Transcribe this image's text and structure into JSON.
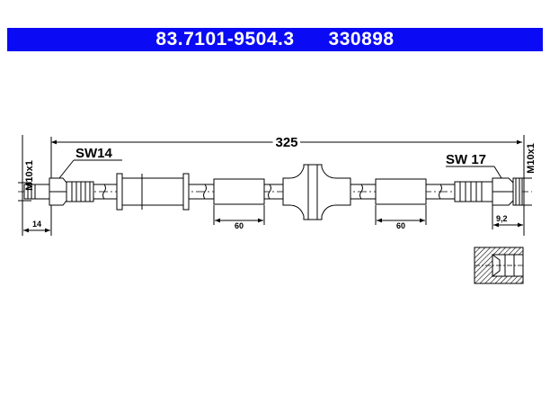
{
  "header": {
    "part_number": "83.7101-9504.3",
    "ref_number": "330898"
  },
  "dimensions": {
    "overall_length": "325",
    "left_thread": "M10x1",
    "right_thread": "M10x1",
    "left_wrench": "SW14",
    "right_wrench": "SW 17",
    "left_fitting_length": "14",
    "right_fitting_length": "9,2",
    "sleeve_left_length": "60",
    "sleeve_right_length": "60"
  },
  "colors": {
    "header_bg": "#0a0af5",
    "header_text": "#ffffff",
    "line": "#000000",
    "hatch": "#000000"
  }
}
